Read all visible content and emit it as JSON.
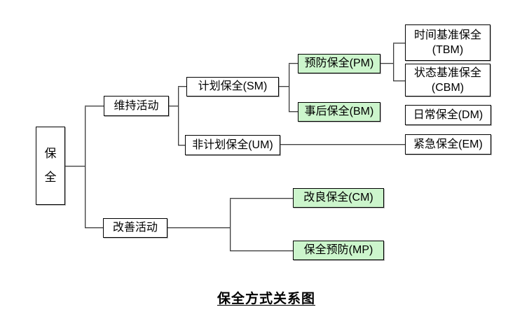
{
  "diagram": {
    "title": "保全方式关系图",
    "root": {
      "char1": "保",
      "char2": "全"
    },
    "nodes": {
      "maintain": {
        "label": "维持活动"
      },
      "improve": {
        "label": "改善活动"
      },
      "sm": {
        "label": "计划保全(SM)"
      },
      "um": {
        "label": "非计划保全(UM)"
      },
      "pm": {
        "label": "预防保全(PM)"
      },
      "bm": {
        "label": "事后保全(BM)"
      },
      "tbm": {
        "line1": "时间基准保全",
        "line2": "(TBM)"
      },
      "cbm": {
        "line1": "状态基准保全",
        "line2": "(CBM)"
      },
      "dm": {
        "label": "日常保全(DM)"
      },
      "em": {
        "label": "紧急保全(EM)"
      },
      "cm": {
        "label": "改良保全(CM)"
      },
      "mp": {
        "label": "保全预防(MP)"
      }
    },
    "colors": {
      "background": "#ffffff",
      "box_border": "#000000",
      "connector": "#3d3d3d",
      "highlight_fill": "#ccf5cc",
      "text": "#000000"
    }
  }
}
